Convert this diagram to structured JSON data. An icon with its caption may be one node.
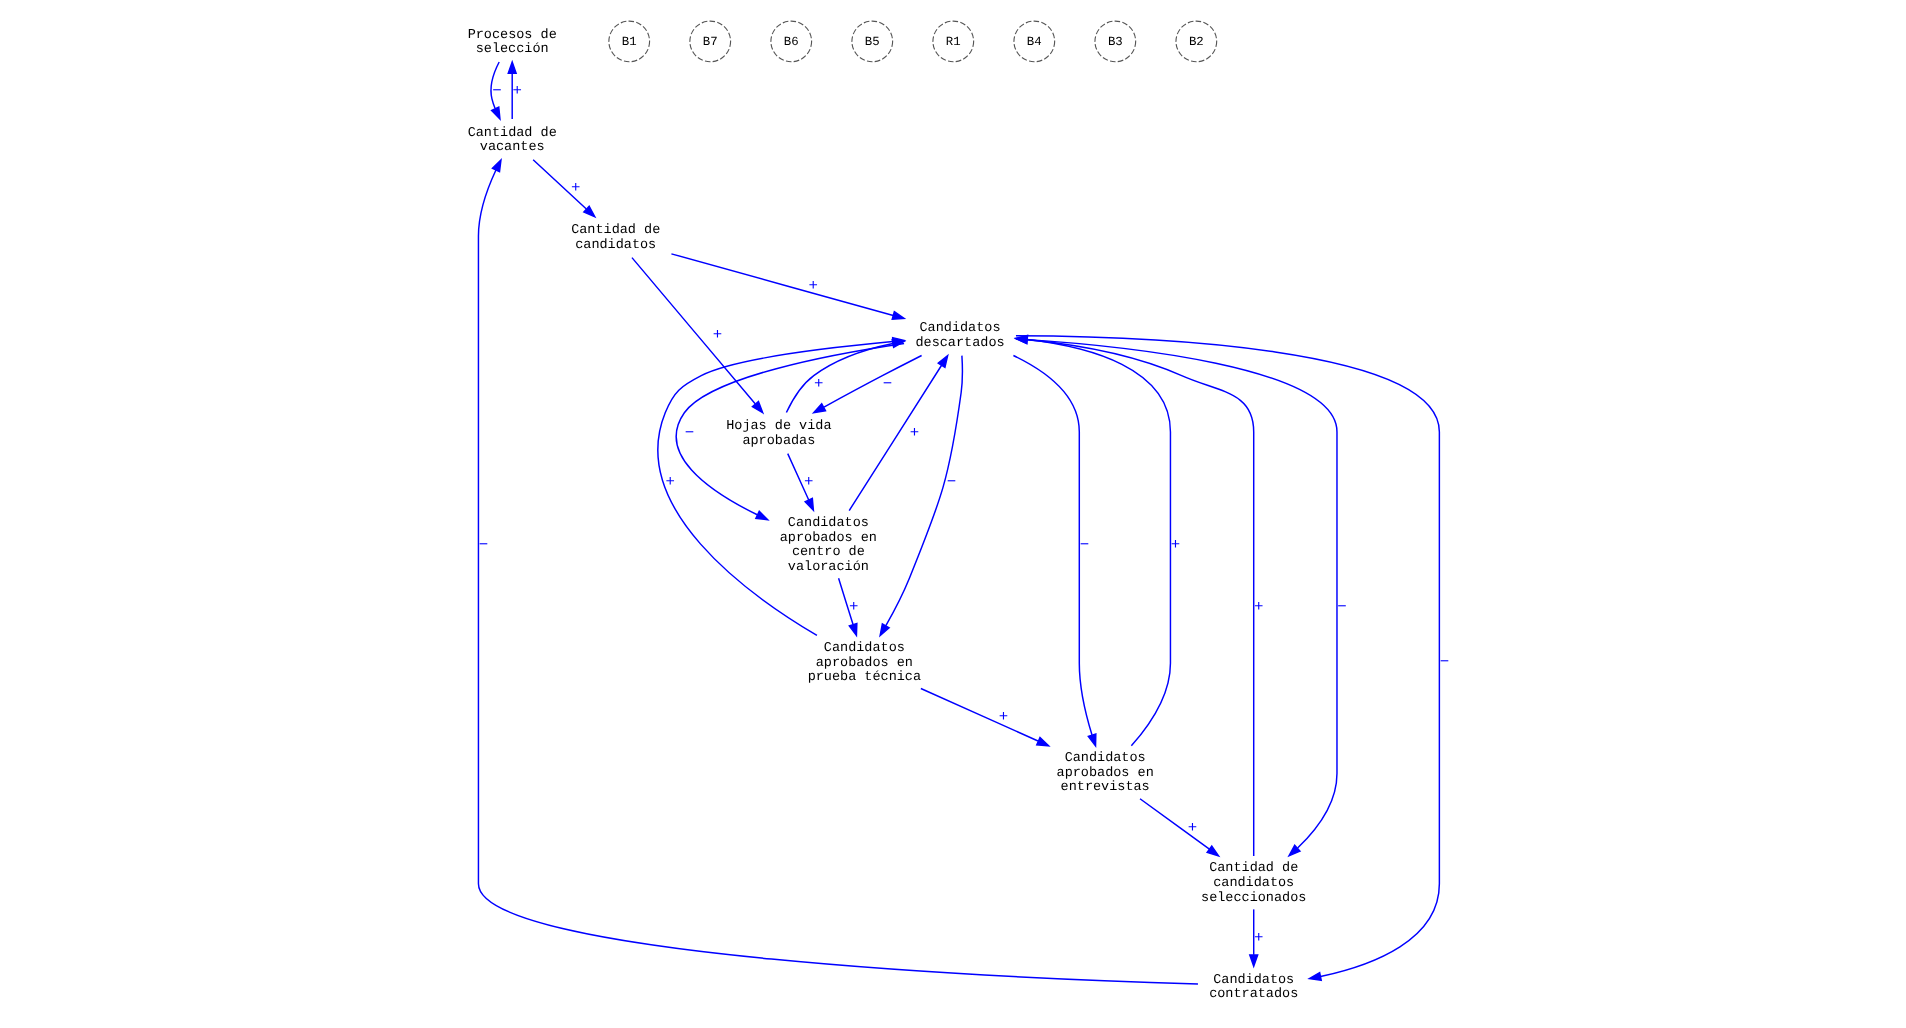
{
  "diagram": {
    "nodes": [
      {
        "text": [
          "Procesos de selección"
        ]
      },
      {
        "text": [
          "Candidatos contratados"
        ]
      },
      {
        "text": [
          "Cantidad de candidatos seleccionados"
        ]
      },
      {
        "text": [
          "Candidatos aprobados en entrevistas"
        ]
      },
      {
        "text": [
          "Cantidad de vacantes"
        ]
      },
      {
        "text": [
          "Candidatos descartados"
        ]
      },
      {
        "text": [
          "Candidatos aprobados en prueba técnica"
        ]
      },
      {
        "text": [
          "Cantidad de candidatos"
        ]
      },
      {
        "text": [
          "Hojas de vida aprobadas"
        ]
      },
      {
        "text": [
          "Candidatos aprobados en centro de valoración"
        ]
      }
    ],
    "edges": [
      {
        "from": 4,
        "to": 0,
        "arrow": "to",
        "label": "+"
      },
      {
        "from": 0,
        "to": 4,
        "arrow": "to",
        "label": "−"
      },
      {
        "from": 1,
        "to": 4,
        "arrow": "to",
        "label": "−"
      },
      {
        "from": 2,
        "to": 1,
        "arrow": "to",
        "label": "+"
      },
      {
        "from": 5,
        "to": 1,
        "arrow": "to",
        "label": "−"
      },
      {
        "from": 2,
        "to": 5,
        "arrow": "to",
        "label": "+"
      },
      {
        "from": 5,
        "to": 2,
        "arrow": "to",
        "label": "−"
      },
      {
        "from": 3,
        "to": 2,
        "arrow": "to",
        "label": "+"
      },
      {
        "from": 3,
        "to": 5,
        "arrow": "to",
        "label": "+"
      },
      {
        "from": 5,
        "to": 3,
        "arrow": "to",
        "label": "−"
      },
      {
        "from": 6,
        "to": 3,
        "arrow": "to",
        "label": "+"
      },
      {
        "from": 6,
        "to": 5,
        "arrow": "to",
        "label": "+"
      },
      {
        "from": 5,
        "to": 6,
        "arrow": "to",
        "label": "−"
      },
      {
        "from": 9,
        "to": 5,
        "arrow": "to",
        "label": "+"
      },
      {
        "from": 5,
        "to": 9,
        "arrow": "to",
        "label": "−"
      },
      {
        "from": 9,
        "to": 6,
        "arrow": "to",
        "label": "+"
      },
      {
        "from": 8,
        "to": 5,
        "arrow": "to",
        "label": "+"
      },
      {
        "from": 5,
        "to": 8,
        "arrow": "to",
        "label": "−"
      },
      {
        "from": 8,
        "to": 9,
        "arrow": "to",
        "label": "+"
      },
      {
        "from": 7,
        "to": 5,
        "arrow": "to",
        "label": "+"
      },
      {
        "from": 7,
        "to": 8,
        "arrow": "to",
        "label": "+"
      },
      {
        "from": 4,
        "to": 7,
        "arrow": "to",
        "label": "+"
      }
    ],
    "labels": [
      "B1",
      "B7",
      "B6",
      "B5",
      "R1",
      "B4",
      "B3",
      "B2"
    ]
  }
}
